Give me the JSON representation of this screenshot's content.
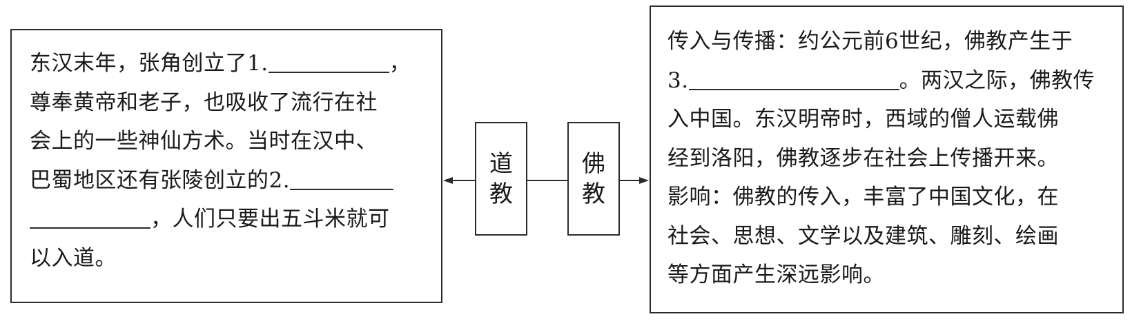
{
  "left_box": {
    "lines": [
      {
        "text_before": "东汉末年，张角创立了1.",
        "blank_width": 175,
        "text_after": "，"
      },
      {
        "text_before": "尊奉黄帝和老子，也吸收了流行在社",
        "blank_width": 0,
        "text_after": ""
      },
      {
        "text_before": "会上的一些神仙方术。当时在汉中、",
        "blank_width": 0,
        "text_after": ""
      },
      {
        "text_before": "巴蜀地区还有张陵创立的2.",
        "blank_width": 150,
        "text_after": ""
      },
      {
        "text_before": "",
        "blank_width": 175,
        "text_after": "，人们只要出五斗米就可"
      },
      {
        "text_before": "以入道。",
        "blank_width": 0,
        "text_after": ""
      }
    ]
  },
  "node_left": {
    "chars": [
      "道",
      "教"
    ]
  },
  "node_right": {
    "chars": [
      "佛",
      "教"
    ]
  },
  "right_box": {
    "lines": [
      {
        "text_before": "传入与传播：约公元前6世纪，佛教产生于",
        "blank_width": 0,
        "text_after": ""
      },
      {
        "text_before": "3.",
        "blank_width": 305,
        "text_after": "。两汉之际，佛教传"
      },
      {
        "text_before": "入中国。东汉明帝时，西域的僧人运载佛",
        "blank_width": 0,
        "text_after": ""
      },
      {
        "text_before": "经到洛阳，佛教逐步在社会上传播开来。",
        "blank_width": 0,
        "text_after": ""
      },
      {
        "text_before": "影响：佛教的传入，丰富了中国文化，在",
        "blank_width": 0,
        "text_after": ""
      },
      {
        "text_before": "社会、思想、文学以及建筑、雕刻、绘画",
        "blank_width": 0,
        "text_after": ""
      },
      {
        "text_before": "等方面产生深远影响。",
        "blank_width": 0,
        "text_after": ""
      }
    ]
  }
}
